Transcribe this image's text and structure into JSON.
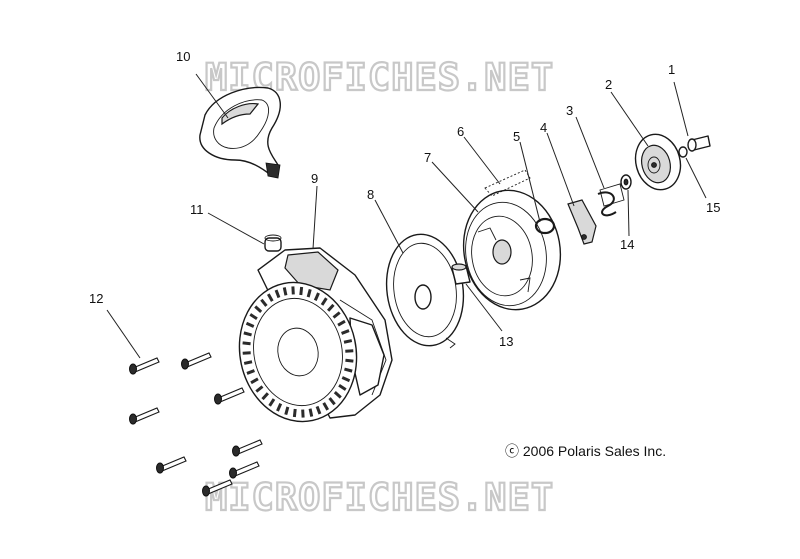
{
  "watermark": "MICROFICHES.NET",
  "copyright": "ⓒ 2006 Polaris Sales Inc.",
  "callouts": {
    "c1": "1",
    "c2": "2",
    "c3": "3",
    "c4": "4",
    "c5": "5",
    "c6": "6",
    "c7": "7",
    "c8": "8",
    "c9": "9",
    "c10": "10",
    "c11": "11",
    "c12": "12",
    "c13": "13",
    "c14": "14",
    "c15": "15"
  }
}
